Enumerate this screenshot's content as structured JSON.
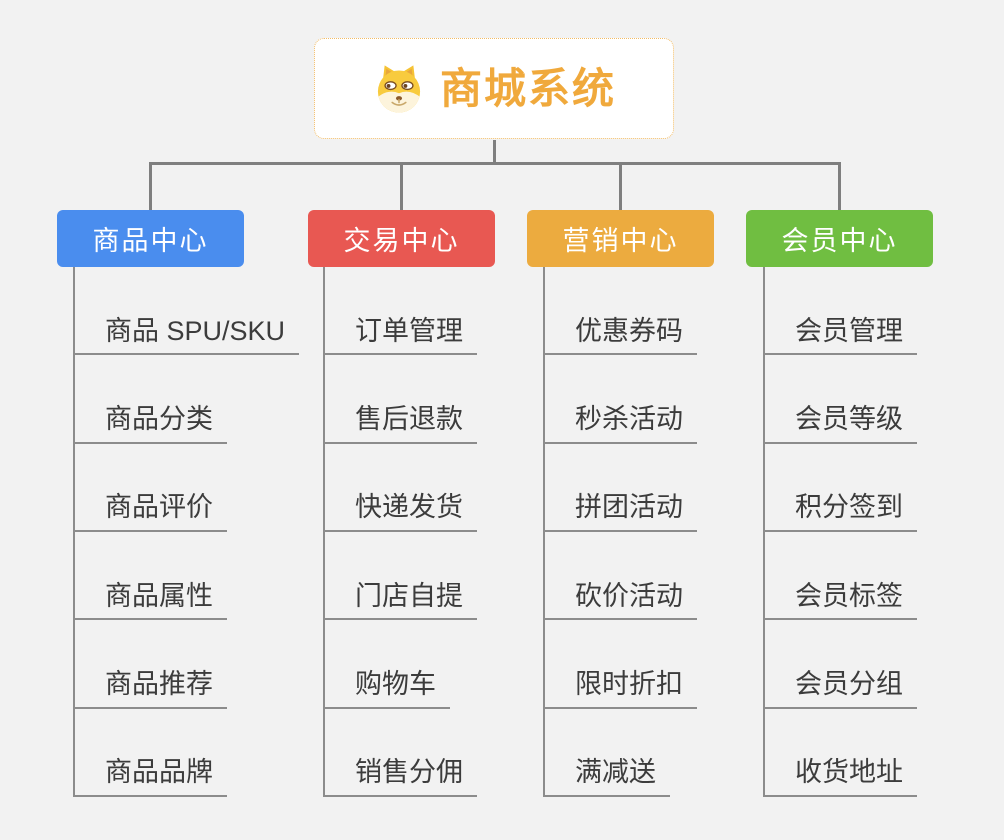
{
  "canvas": {
    "background": "#F2F2F2",
    "connector_color": "#7F7F7F",
    "leaf_line_color": "#8C8C8C",
    "leaf_text_color": "#3C3C3C"
  },
  "root": {
    "title": "商城系统",
    "title_color": "#F0A93C",
    "border_color": "#F2BC66",
    "icon": "shiba-dog-face"
  },
  "branches": [
    {
      "label": "商品中心",
      "color": "#4A8DEE",
      "items": [
        "商品 SPU/SKU",
        "商品分类",
        "商品评价",
        "商品属性",
        "商品推荐",
        "商品品牌"
      ]
    },
    {
      "label": "交易中心",
      "color": "#E85852",
      "items": [
        "订单管理",
        "售后退款",
        "快递发货",
        "门店自提",
        "购物车",
        "销售分佣"
      ]
    },
    {
      "label": "营销中心",
      "color": "#ECAB3F",
      "items": [
        "优惠券码",
        "秒杀活动",
        "拼团活动",
        "砍价活动",
        "限时折扣",
        "满减送"
      ]
    },
    {
      "label": "会员中心",
      "color": "#70BE41",
      "items": [
        "会员管理",
        "会员等级",
        "积分签到",
        "会员标签",
        "会员分组",
        "收货地址"
      ]
    }
  ]
}
